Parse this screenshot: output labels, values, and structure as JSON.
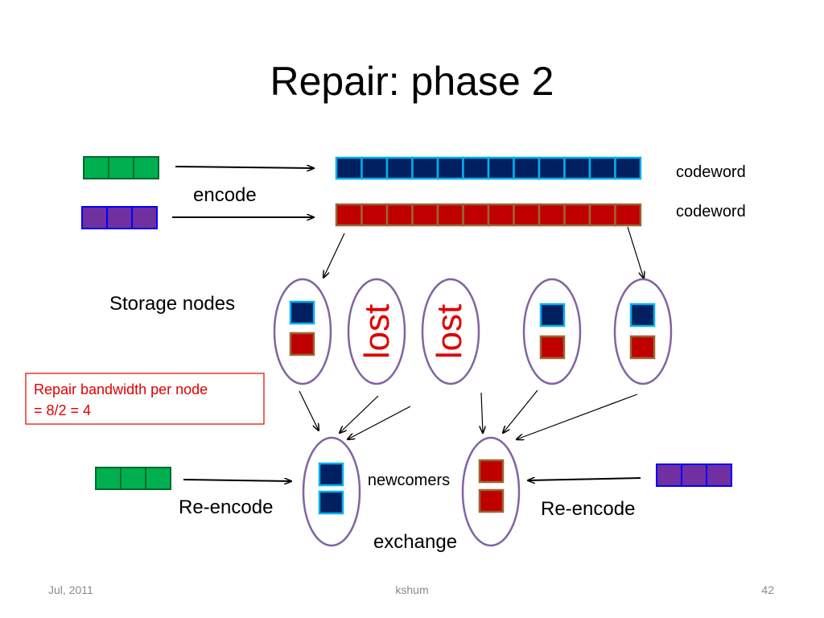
{
  "title": "Repair: phase 2",
  "labels": {
    "encode": "encode",
    "codeword_top": "codeword",
    "codeword_bottom": "codeword",
    "storage_nodes": "Storage nodes",
    "lost_1": "lost",
    "lost_2": "lost",
    "reencode_left": "Re-encode",
    "reencode_right": "Re-encode",
    "newcomers": "newcomers",
    "exchange": "exchange"
  },
  "note": {
    "line1": "Repair bandwidth per node",
    "line2": "= 8/2 = 4"
  },
  "footer": {
    "date": "Jul, 2011",
    "author": "kshum",
    "page": "42"
  },
  "colors": {
    "green": "#00b050",
    "purple": "#7030a0",
    "navy": "#002060",
    "red": "#c00000",
    "blue_border": "#00b0f0",
    "brown_border": "#996633",
    "node_outline": "#8064a2"
  }
}
